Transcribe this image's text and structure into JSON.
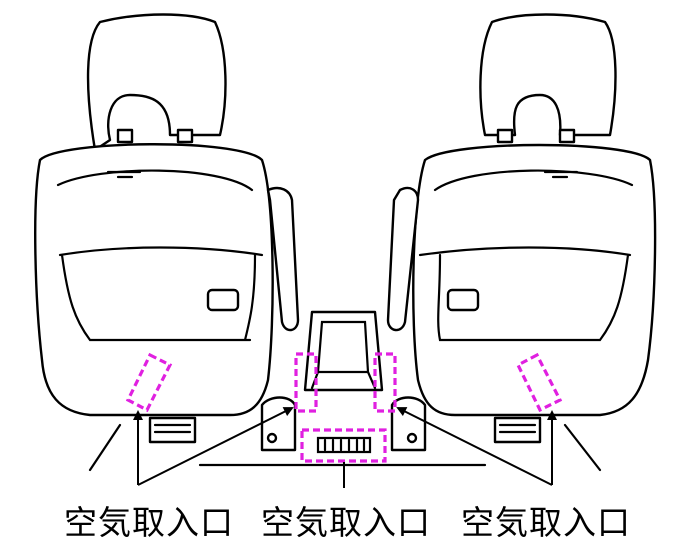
{
  "labels": {
    "left": "空気取入口",
    "center": "空気取入口",
    "right": "空気取入口"
  },
  "colors": {
    "highlight": "#e020e0",
    "line": "#000000"
  }
}
